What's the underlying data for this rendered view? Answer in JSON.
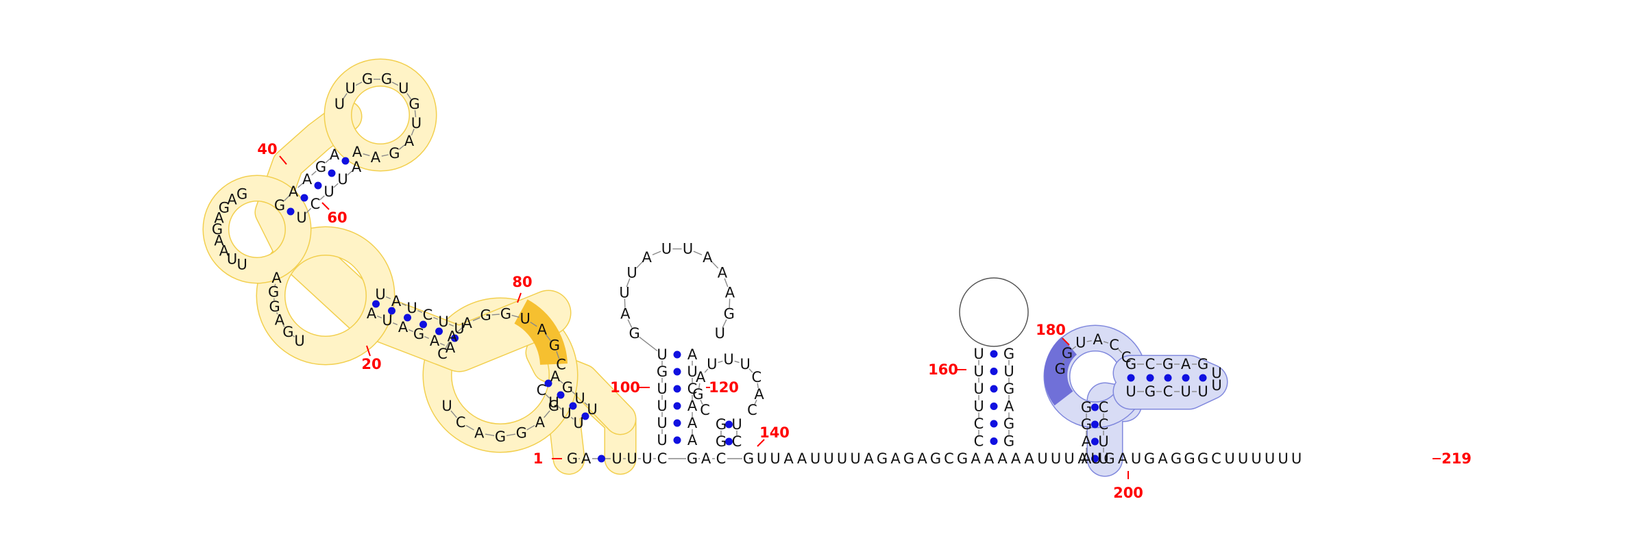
{
  "diagram": {
    "type": "rna-secondary-structure",
    "colors": {
      "nucleotide": "#111111",
      "bond": "#1010e0",
      "backbone": "#888888",
      "index_label": "#ff0000",
      "highlight_yellow_fill": "#fff3c6",
      "highlight_yellow_stroke": "#f2cf4e",
      "highlight_yellow_strong": "#f6c030",
      "highlight_blue_fill": "#d8dcf5",
      "highlight_blue_stroke": "#8088dd",
      "highlight_blue_strong": "#7070d8",
      "loop_circle": "#555555"
    },
    "index_labels": [
      "1",
      "20",
      "40",
      "60",
      "80",
      "100",
      "120",
      "140",
      "160",
      "180",
      "200",
      "219"
    ],
    "tail_sequence": "GUUAAUUUUAGAGAGCGAAAAAUUUAUGAUGAGGGCUUUUUU",
    "hairpin_loop_sequence": "GAUUAUUAAAGUA",
    "small_hairpin_sequence": "CGAUUUCAC"
  }
}
